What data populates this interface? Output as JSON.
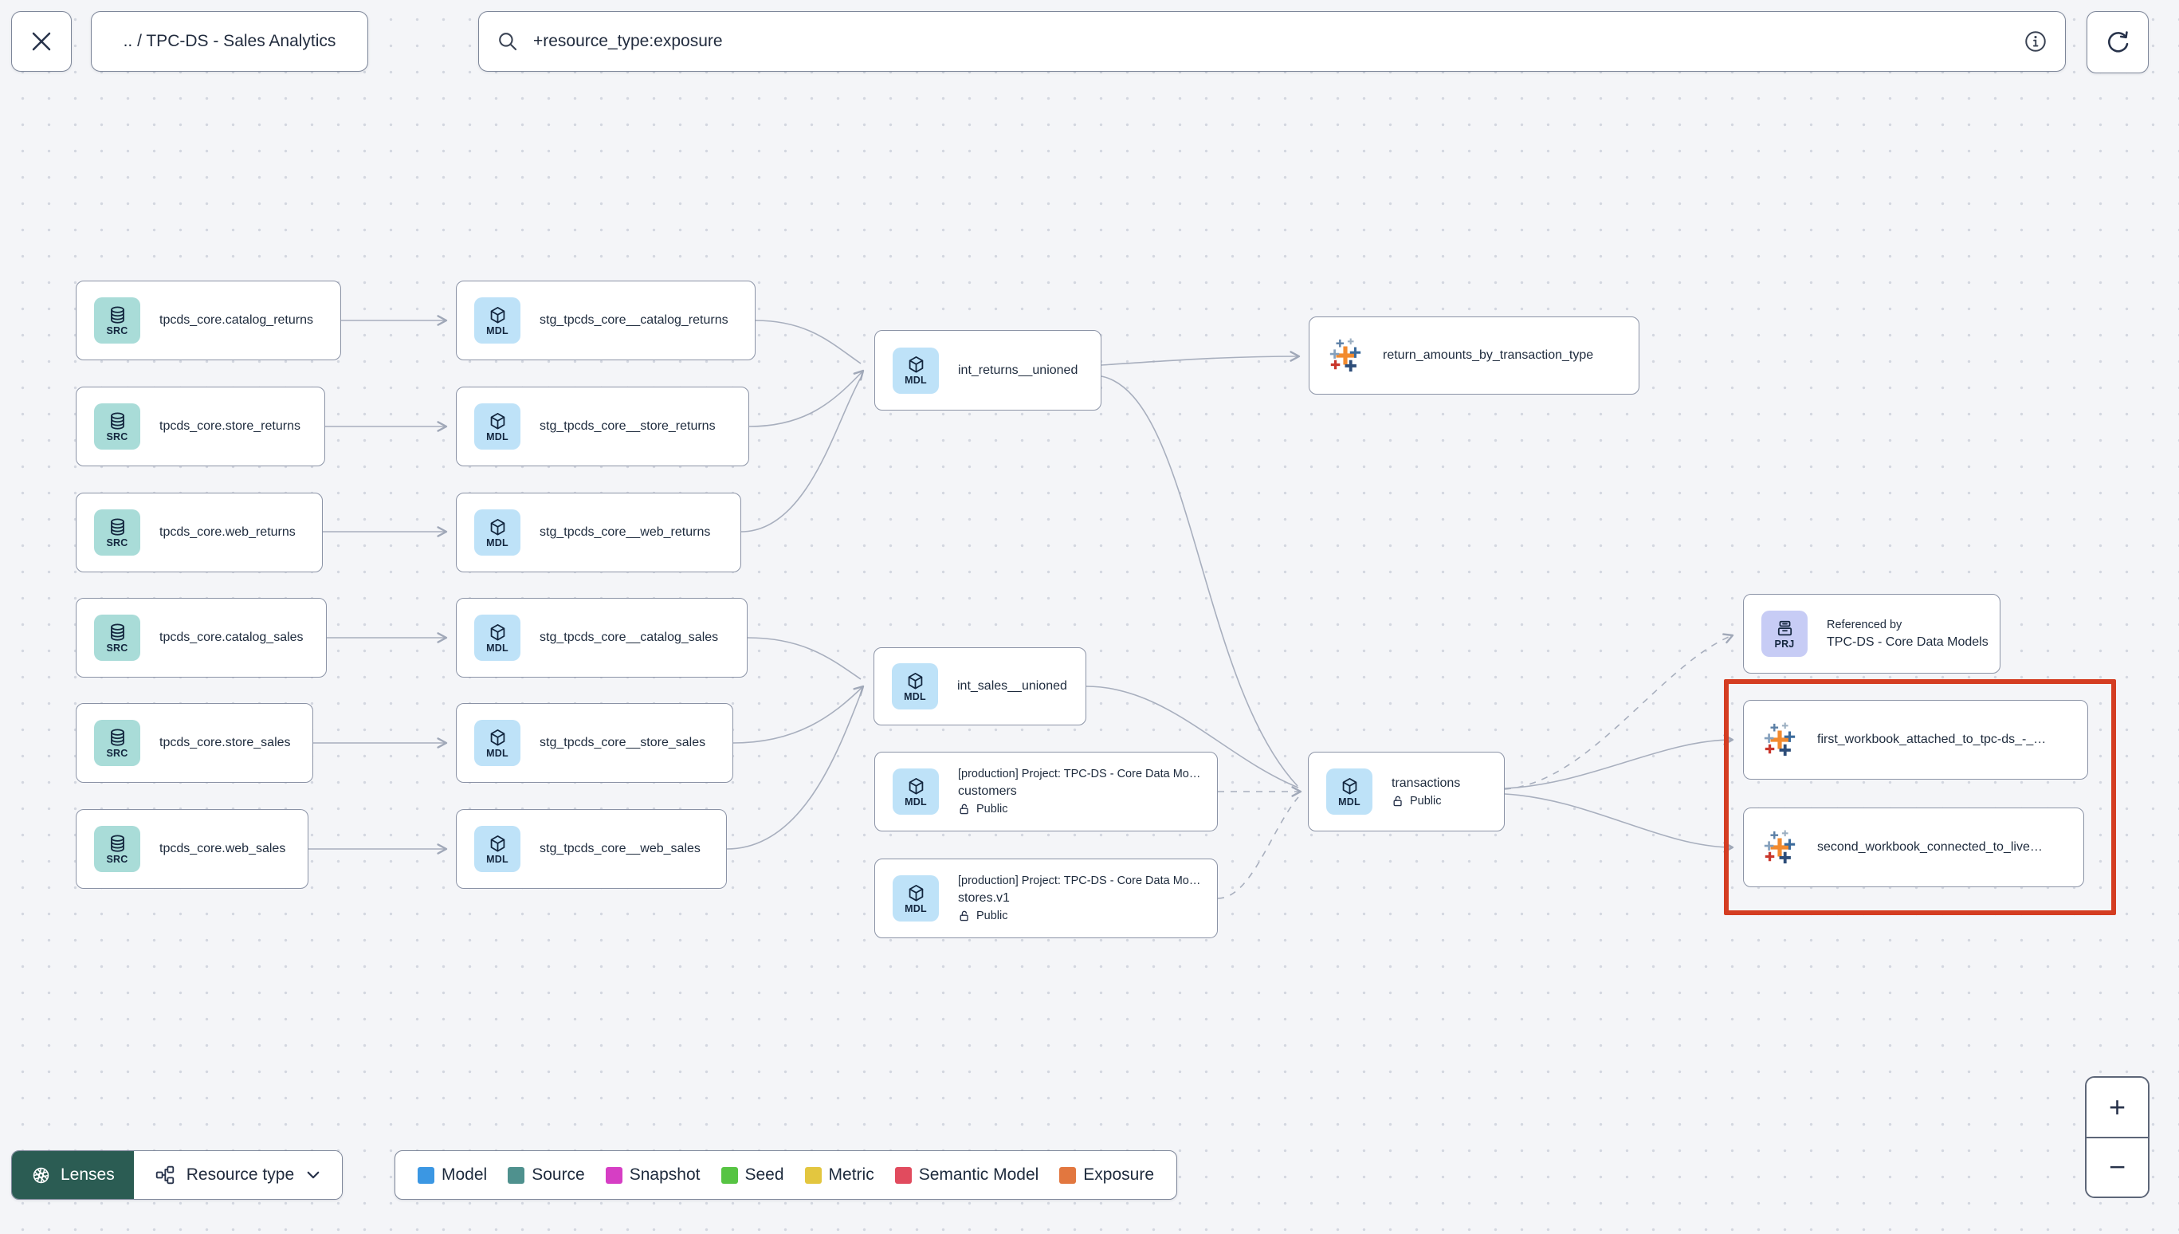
{
  "topbar": {
    "breadcrumb": ".. / TPC-DS - Sales Analytics",
    "search_value": "+resource_type:exposure"
  },
  "badges": {
    "source": "SRC",
    "model": "MDL",
    "project": "PRJ"
  },
  "nodes": {
    "src_catalog_returns": {
      "label": "tpcds_core.catalog_returns"
    },
    "src_store_returns": {
      "label": "tpcds_core.store_returns"
    },
    "src_web_returns": {
      "label": "tpcds_core.web_returns"
    },
    "src_catalog_sales": {
      "label": "tpcds_core.catalog_sales"
    },
    "src_store_sales": {
      "label": "tpcds_core.store_sales"
    },
    "src_web_sales": {
      "label": "tpcds_core.web_sales"
    },
    "stg_catalog_returns": {
      "label": "stg_tpcds_core__catalog_returns"
    },
    "stg_store_returns": {
      "label": "stg_tpcds_core__store_returns"
    },
    "stg_web_returns": {
      "label": "stg_tpcds_core__web_returns"
    },
    "stg_catalog_sales": {
      "label": "stg_tpcds_core__catalog_sales"
    },
    "stg_store_sales": {
      "label": "stg_tpcds_core__store_sales"
    },
    "stg_web_sales": {
      "label": "stg_tpcds_core__web_sales"
    },
    "int_returns": {
      "label": "int_returns__unioned"
    },
    "int_sales": {
      "label": "int_sales__unioned"
    },
    "exposure_return_amounts": {
      "label": "return_amounts_by_transaction_type"
    },
    "customers": {
      "context": "[production] Project: TPC-DS - Core Data Mo…",
      "label": "customers",
      "access": "Public"
    },
    "stores": {
      "context": "[production] Project: TPC-DS - Core Data Mo…",
      "label": "stores.v1",
      "access": "Public"
    },
    "transactions": {
      "label": "transactions",
      "access": "Public"
    },
    "referenced_project": {
      "title": "Referenced by",
      "label": "TPC-DS - Core Data Models"
    },
    "exposure_first_workbook": {
      "label": "first_workbook_attached_to_tpc-ds_-_…"
    },
    "exposure_second_workbook": {
      "label": "second_workbook_connected_to_live…"
    }
  },
  "footer": {
    "lenses_label": "Lenses",
    "resource_type_label": "Resource type",
    "legend": [
      {
        "label": "Model",
        "color": "#3b97e3"
      },
      {
        "label": "Source",
        "color": "#4f918e"
      },
      {
        "label": "Snapshot",
        "color": "#d63ec4"
      },
      {
        "label": "Seed",
        "color": "#57c443"
      },
      {
        "label": "Metric",
        "color": "#e3c63f"
      },
      {
        "label": "Semantic Model",
        "color": "#e14b5e"
      },
      {
        "label": "Exposure",
        "color": "#e2773f"
      }
    ]
  },
  "zoom_controls": {
    "zoom_in": "+",
    "zoom_out": "−"
  },
  "colors": {
    "highlight": "#d43d22"
  }
}
